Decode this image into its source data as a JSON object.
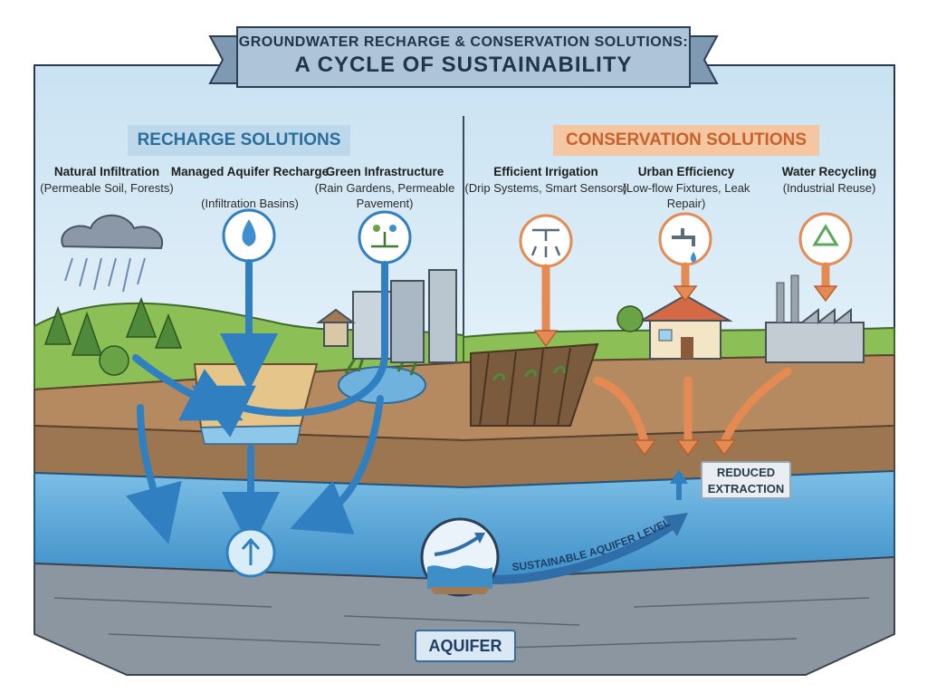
{
  "title": {
    "line1": "GROUNDWATER RECHARGE & CONSERVATION SOLUTIONS:",
    "line2": "A CYCLE OF SUSTAINABILITY"
  },
  "recharge": {
    "heading": "RECHARGE SOLUTIONS",
    "items": [
      {
        "title": "Natural Infiltration",
        "subtitle": "(Permeable Soil, Forests)"
      },
      {
        "title": "Managed Aquifer Recharge",
        "subtitle": "(Infiltration Basins)"
      },
      {
        "title": "Green Infrastructure",
        "subtitle": "(Rain Gardens, Permeable Pavement)"
      }
    ]
  },
  "conservation": {
    "heading": "CONSERVATION SOLUTIONS",
    "items": [
      {
        "title": "Efficient Irrigation",
        "subtitle": "(Drip Systems, Smart Sensors)"
      },
      {
        "title": "Urban Efficiency",
        "subtitle": "(Low-flow Fixtures, Leak Repair)"
      },
      {
        "title": "Water Recycling",
        "subtitle": "(Industrial Reuse)"
      }
    ]
  },
  "labels": {
    "reduced_extraction": "REDUCED EXTRACTION",
    "sustainable_level": "SUSTAINABLE AQUIFER LEVEL",
    "aquifer": "AQUIFER"
  },
  "colors": {
    "recharge_blue": "#2f7fc1",
    "conservation_orange": "#e58a53",
    "sky": "#d4e9f5",
    "grass": "#8cbf55",
    "soil": "#a97e58",
    "water": "#5aa8d9",
    "bedrock": "#8c96a0"
  },
  "icons": [
    "rain-cloud-icon",
    "water-drop-icon",
    "plant-rain-icon",
    "sprinkler-icon",
    "faucet-icon",
    "recycle-icon",
    "rising-water-icon"
  ]
}
